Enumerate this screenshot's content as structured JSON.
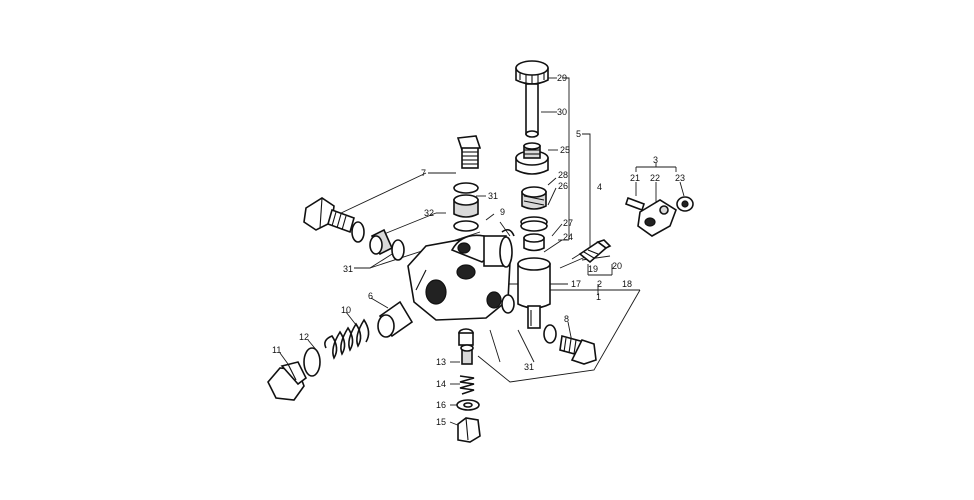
{
  "callouts": [
    {
      "id": "c29",
      "text": "29"
    },
    {
      "id": "c30",
      "text": "30"
    },
    {
      "id": "c5",
      "text": "5"
    },
    {
      "id": "c4",
      "text": "4"
    },
    {
      "id": "c25",
      "text": "25"
    },
    {
      "id": "c28",
      "text": "28"
    },
    {
      "id": "c26",
      "text": "26"
    },
    {
      "id": "c27",
      "text": "27"
    },
    {
      "id": "c24",
      "text": "24"
    },
    {
      "id": "c17",
      "text": "17"
    },
    {
      "id": "c18",
      "text": "18"
    },
    {
      "id": "c2",
      "text": "2"
    },
    {
      "id": "c1",
      "text": "1"
    },
    {
      "id": "c19",
      "text": "19"
    },
    {
      "id": "c20",
      "text": "20"
    },
    {
      "id": "c3",
      "text": "3"
    },
    {
      "id": "c21",
      "text": "21"
    },
    {
      "id": "c22",
      "text": "22"
    },
    {
      "id": "c23",
      "text": "23"
    },
    {
      "id": "c7",
      "text": "7"
    },
    {
      "id": "c31a",
      "text": "31"
    },
    {
      "id": "c32",
      "text": "32"
    },
    {
      "id": "c9",
      "text": "9"
    },
    {
      "id": "c31b",
      "text": "31"
    },
    {
      "id": "c6",
      "text": "6"
    },
    {
      "id": "c10",
      "text": "10"
    },
    {
      "id": "c12",
      "text": "12"
    },
    {
      "id": "c11",
      "text": "11"
    },
    {
      "id": "c8",
      "text": "8"
    },
    {
      "id": "c13",
      "text": "13"
    },
    {
      "id": "c14",
      "text": "14"
    },
    {
      "id": "c16",
      "text": "16"
    },
    {
      "id": "c15",
      "text": "15"
    },
    {
      "id": "c31c",
      "text": "31"
    }
  ]
}
